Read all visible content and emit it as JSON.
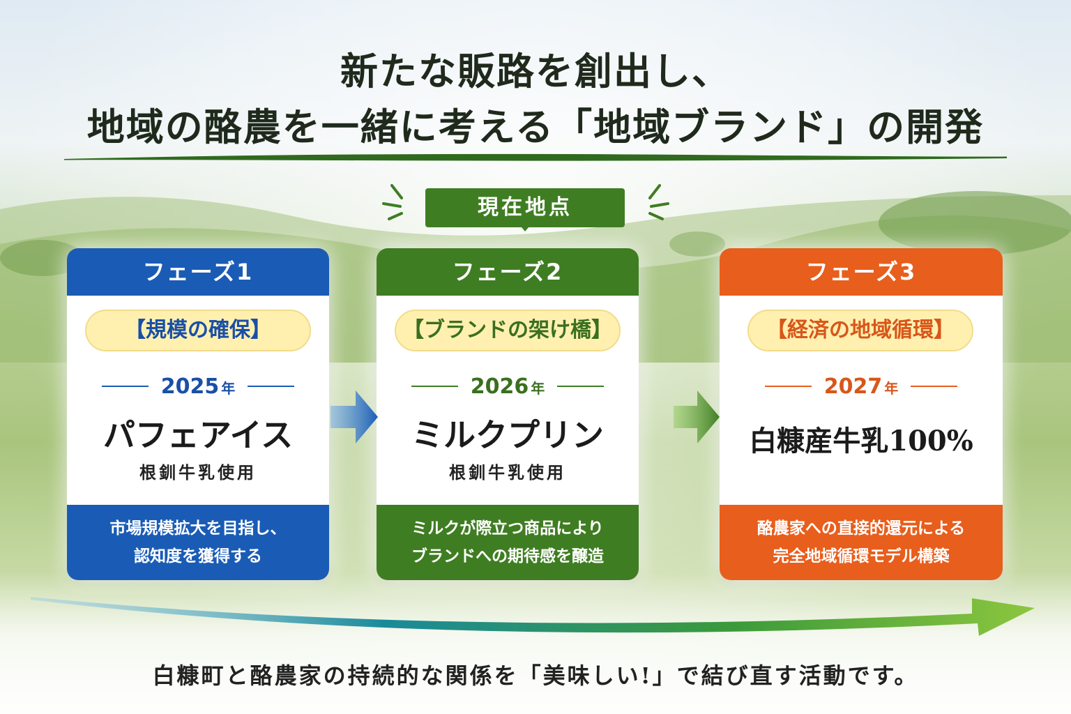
{
  "headline": {
    "line1": "新たな販路を創出し、",
    "line2": "地域の酪農を一緒に考える「地域ブランド」の開発"
  },
  "current_marker": "現在地点",
  "phases": [
    {
      "header": "フェーズ1",
      "theme": "【規模の確保】",
      "year": "2025",
      "year_unit": "年",
      "product": "パフェアイス",
      "subtitle": "根釧牛乳使用",
      "description_line1": "市場規模拡大を目指し、",
      "description_line2": "認知度を獲得する",
      "color": "#1a5cb5",
      "accent_text": "#1a4fa6"
    },
    {
      "header": "フェーズ2",
      "theme": "【ブランドの架け橋】",
      "year": "2026",
      "year_unit": "年",
      "product": "ミルクプリン",
      "subtitle": "根釧牛乳使用",
      "description_line1": "ミルクが際立つ商品により",
      "description_line2": "ブランドへの期待感を醸造",
      "color": "#3f7d22",
      "accent_text": "#3a6f1f"
    },
    {
      "header": "フェーズ3",
      "theme": "【経済の地域循環】",
      "year": "2027",
      "year_unit": "年",
      "product": "白糠産牛乳100%",
      "subtitle": "",
      "description_line1": "酪農家への直接的還元による",
      "description_line2": "完全地域循環モデル構築",
      "color": "#e85e1c",
      "accent_text": "#d9561a"
    }
  ],
  "footer": "白糠町と酪農家の持続的な関係を「美味しい!」で結び直す活動です。"
}
